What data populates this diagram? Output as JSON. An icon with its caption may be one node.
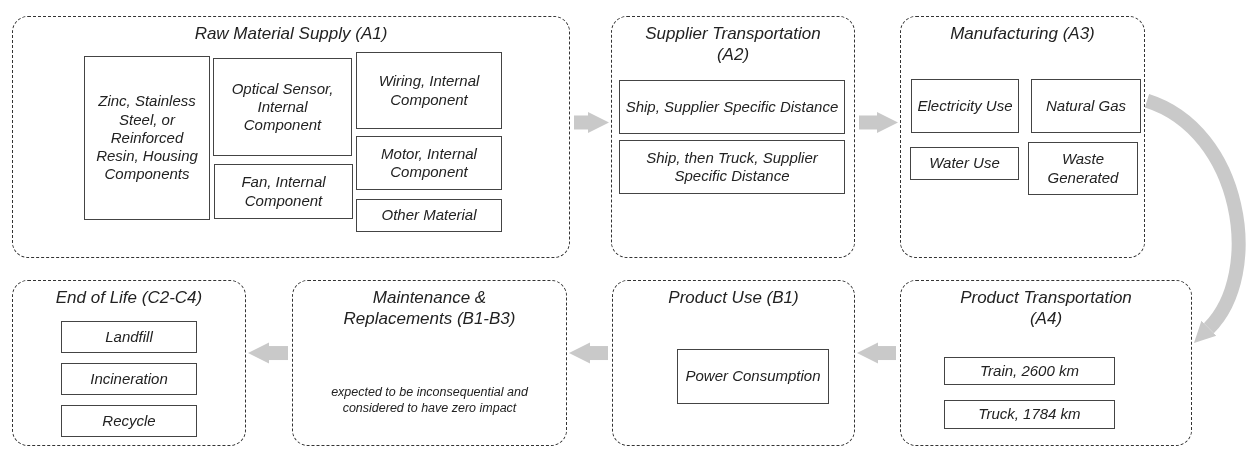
{
  "diagram": {
    "nodes": [
      {
        "text": [
          "Raw Material Supply (A1)"
        ]
      },
      {
        "text": [
          "Zinc, Stainless Steel, or Reinforced Resin, Housing Components"
        ],
        "in": 0
      },
      {
        "text": [
          "Optical Sensor, Internal Component"
        ],
        "in": 0
      },
      {
        "text": [
          "Fan, Internal Component"
        ],
        "in": 0
      },
      {
        "text": [
          "Wiring, Internal Component"
        ],
        "in": 0
      },
      {
        "text": [
          "Motor, Internal Component"
        ],
        "in": 0
      },
      {
        "text": [
          "Other Material"
        ],
        "in": 0
      },
      {
        "text": [
          "Supplier Transportation (A2)"
        ]
      },
      {
        "text": [
          "Ship, Supplier Specific Distance"
        ],
        "in": 7
      },
      {
        "text": [
          "Ship, then Truck, Supplier Specific Distance"
        ],
        "in": 7
      },
      {
        "text": [
          "Manufacturing (A3)"
        ]
      },
      {
        "text": [
          "Electricity Use"
        ],
        "in": 10
      },
      {
        "text": [
          "Natural Gas"
        ],
        "in": 10
      },
      {
        "text": [
          "Water Use"
        ],
        "in": 10
      },
      {
        "text": [
          "Waste Generated"
        ],
        "in": 10
      },
      {
        "text": [
          "Product Transportation (A4)"
        ]
      },
      {
        "text": [
          "Train, 2600 km"
        ],
        "in": 15
      },
      {
        "text": [
          "Truck, 1784 km"
        ],
        "in": 15
      },
      {
        "text": [
          "Product Use (B1)"
        ]
      },
      {
        "text": [
          "Power Consumption"
        ],
        "in": 18
      },
      {
        "text": [
          "Maintenance & Replacements (B1-B3)",
          "expected to be inconsequential and considered to have zero impact"
        ]
      },
      {
        "text": [
          "End of Life (C2-C4)"
        ]
      },
      {
        "text": [
          "Landfill"
        ],
        "in": 21
      },
      {
        "text": [
          "Incineration"
        ],
        "in": 21
      },
      {
        "text": [
          "Recycle"
        ],
        "in": 21
      }
    ],
    "edges": [
      {
        "from": 0,
        "to": 7,
        "arrow": "to"
      },
      {
        "from": 7,
        "to": 10,
        "arrow": "to"
      },
      {
        "from": 10,
        "to": 15,
        "arrow": "to"
      },
      {
        "from": 15,
        "to": 18,
        "arrow": "to"
      },
      {
        "from": 18,
        "to": 20,
        "arrow": "to"
      },
      {
        "from": 20,
        "to": 21,
        "arrow": "to"
      }
    ]
  }
}
